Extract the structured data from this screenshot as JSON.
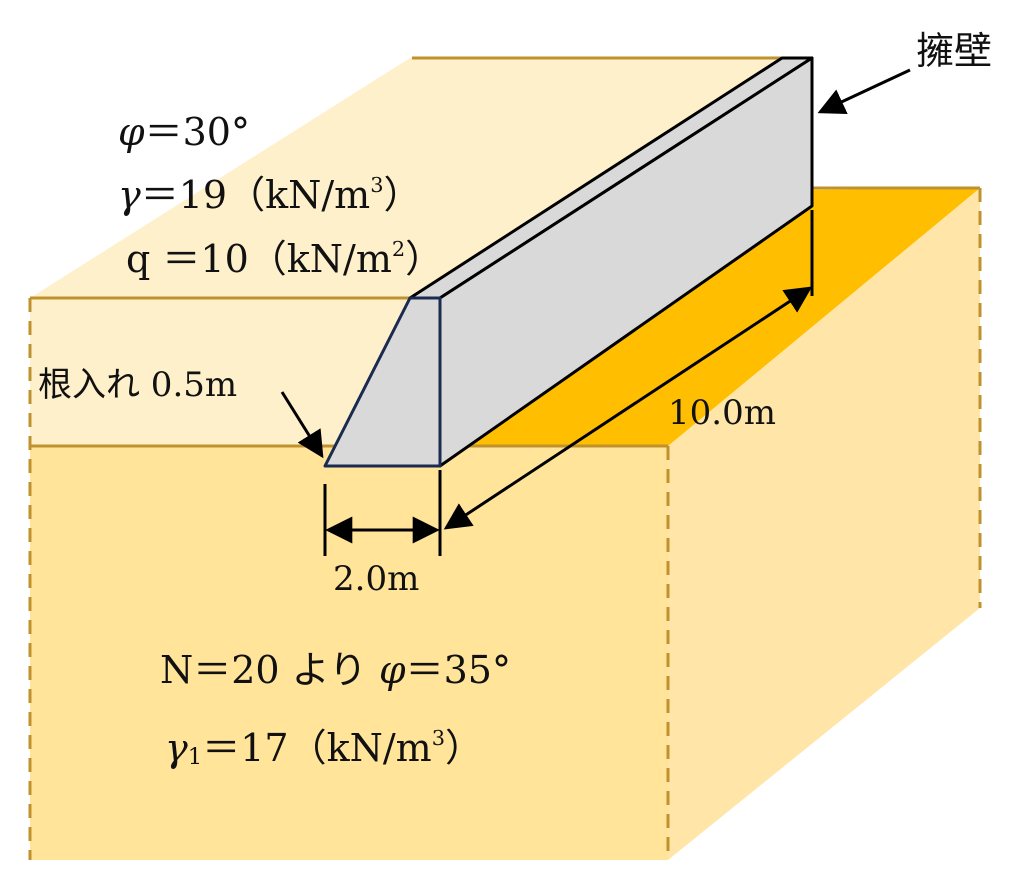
{
  "colors": {
    "upper_soil": "#fff0cc",
    "lower_soil": "#ffe49a",
    "lower_soil_side": "#ffe6a8",
    "trench_shadow": "#ffbf00",
    "wall_face": "#d9d9d9",
    "soil_edge": "#c0922e",
    "line": "#000000"
  },
  "labels": {
    "wall_name": "擁壁",
    "embedment": "根入れ 0.5m",
    "width": "2.0m",
    "length": "10.0m"
  },
  "upper_layer": {
    "phi_sym": "φ",
    "phi_val": "＝30°",
    "gamma_sym": "γ",
    "gamma_val": "＝19（kN/m",
    "gamma_exp": "3",
    "gamma_close": "）",
    "q_text": "q ＝10（kN/m",
    "q_exp": "2",
    "q_close": "）"
  },
  "lower_layer": {
    "n_text": "N＝20 より ",
    "phi_sym": "φ",
    "phi_val": "＝35°",
    "gamma_sym": "γ",
    "gamma_sub": "1",
    "gamma_val": "＝17（kN/m",
    "gamma_exp": "3",
    "gamma_close": "）"
  }
}
